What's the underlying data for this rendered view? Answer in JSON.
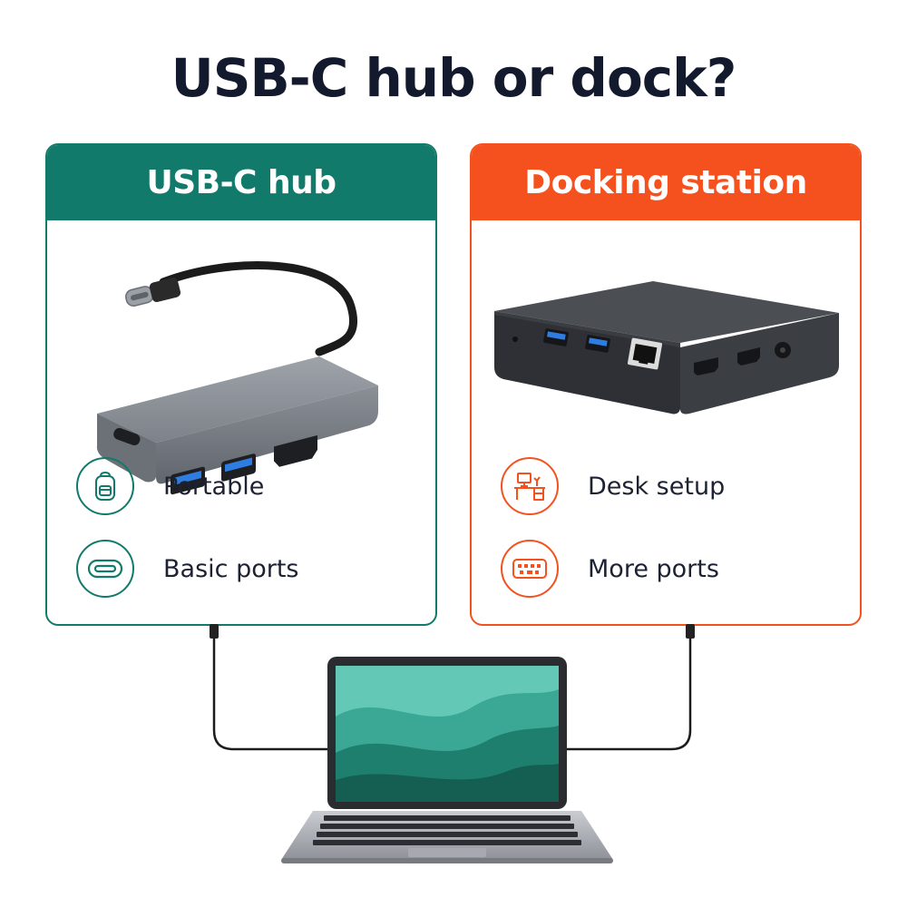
{
  "title": "USB-C hub or dock?",
  "colors": {
    "hub_accent": "#127a6b",
    "dock_accent": "#f4511e",
    "title_text": "#141a2e"
  },
  "hub": {
    "header": "USB-C hub",
    "image": "usb-c-hub-device",
    "features": [
      {
        "icon": "backpack-icon",
        "label": "Portable"
      },
      {
        "icon": "hdmi-port-icon",
        "label": "Basic ports"
      }
    ]
  },
  "dock": {
    "header": "Docking station",
    "image": "docking-station-device",
    "features": [
      {
        "icon": "desk-icon",
        "label": "Desk setup"
      },
      {
        "icon": "port-panel-icon",
        "label": "More ports"
      }
    ]
  },
  "laptop": {
    "image": "laptop-illustration"
  }
}
